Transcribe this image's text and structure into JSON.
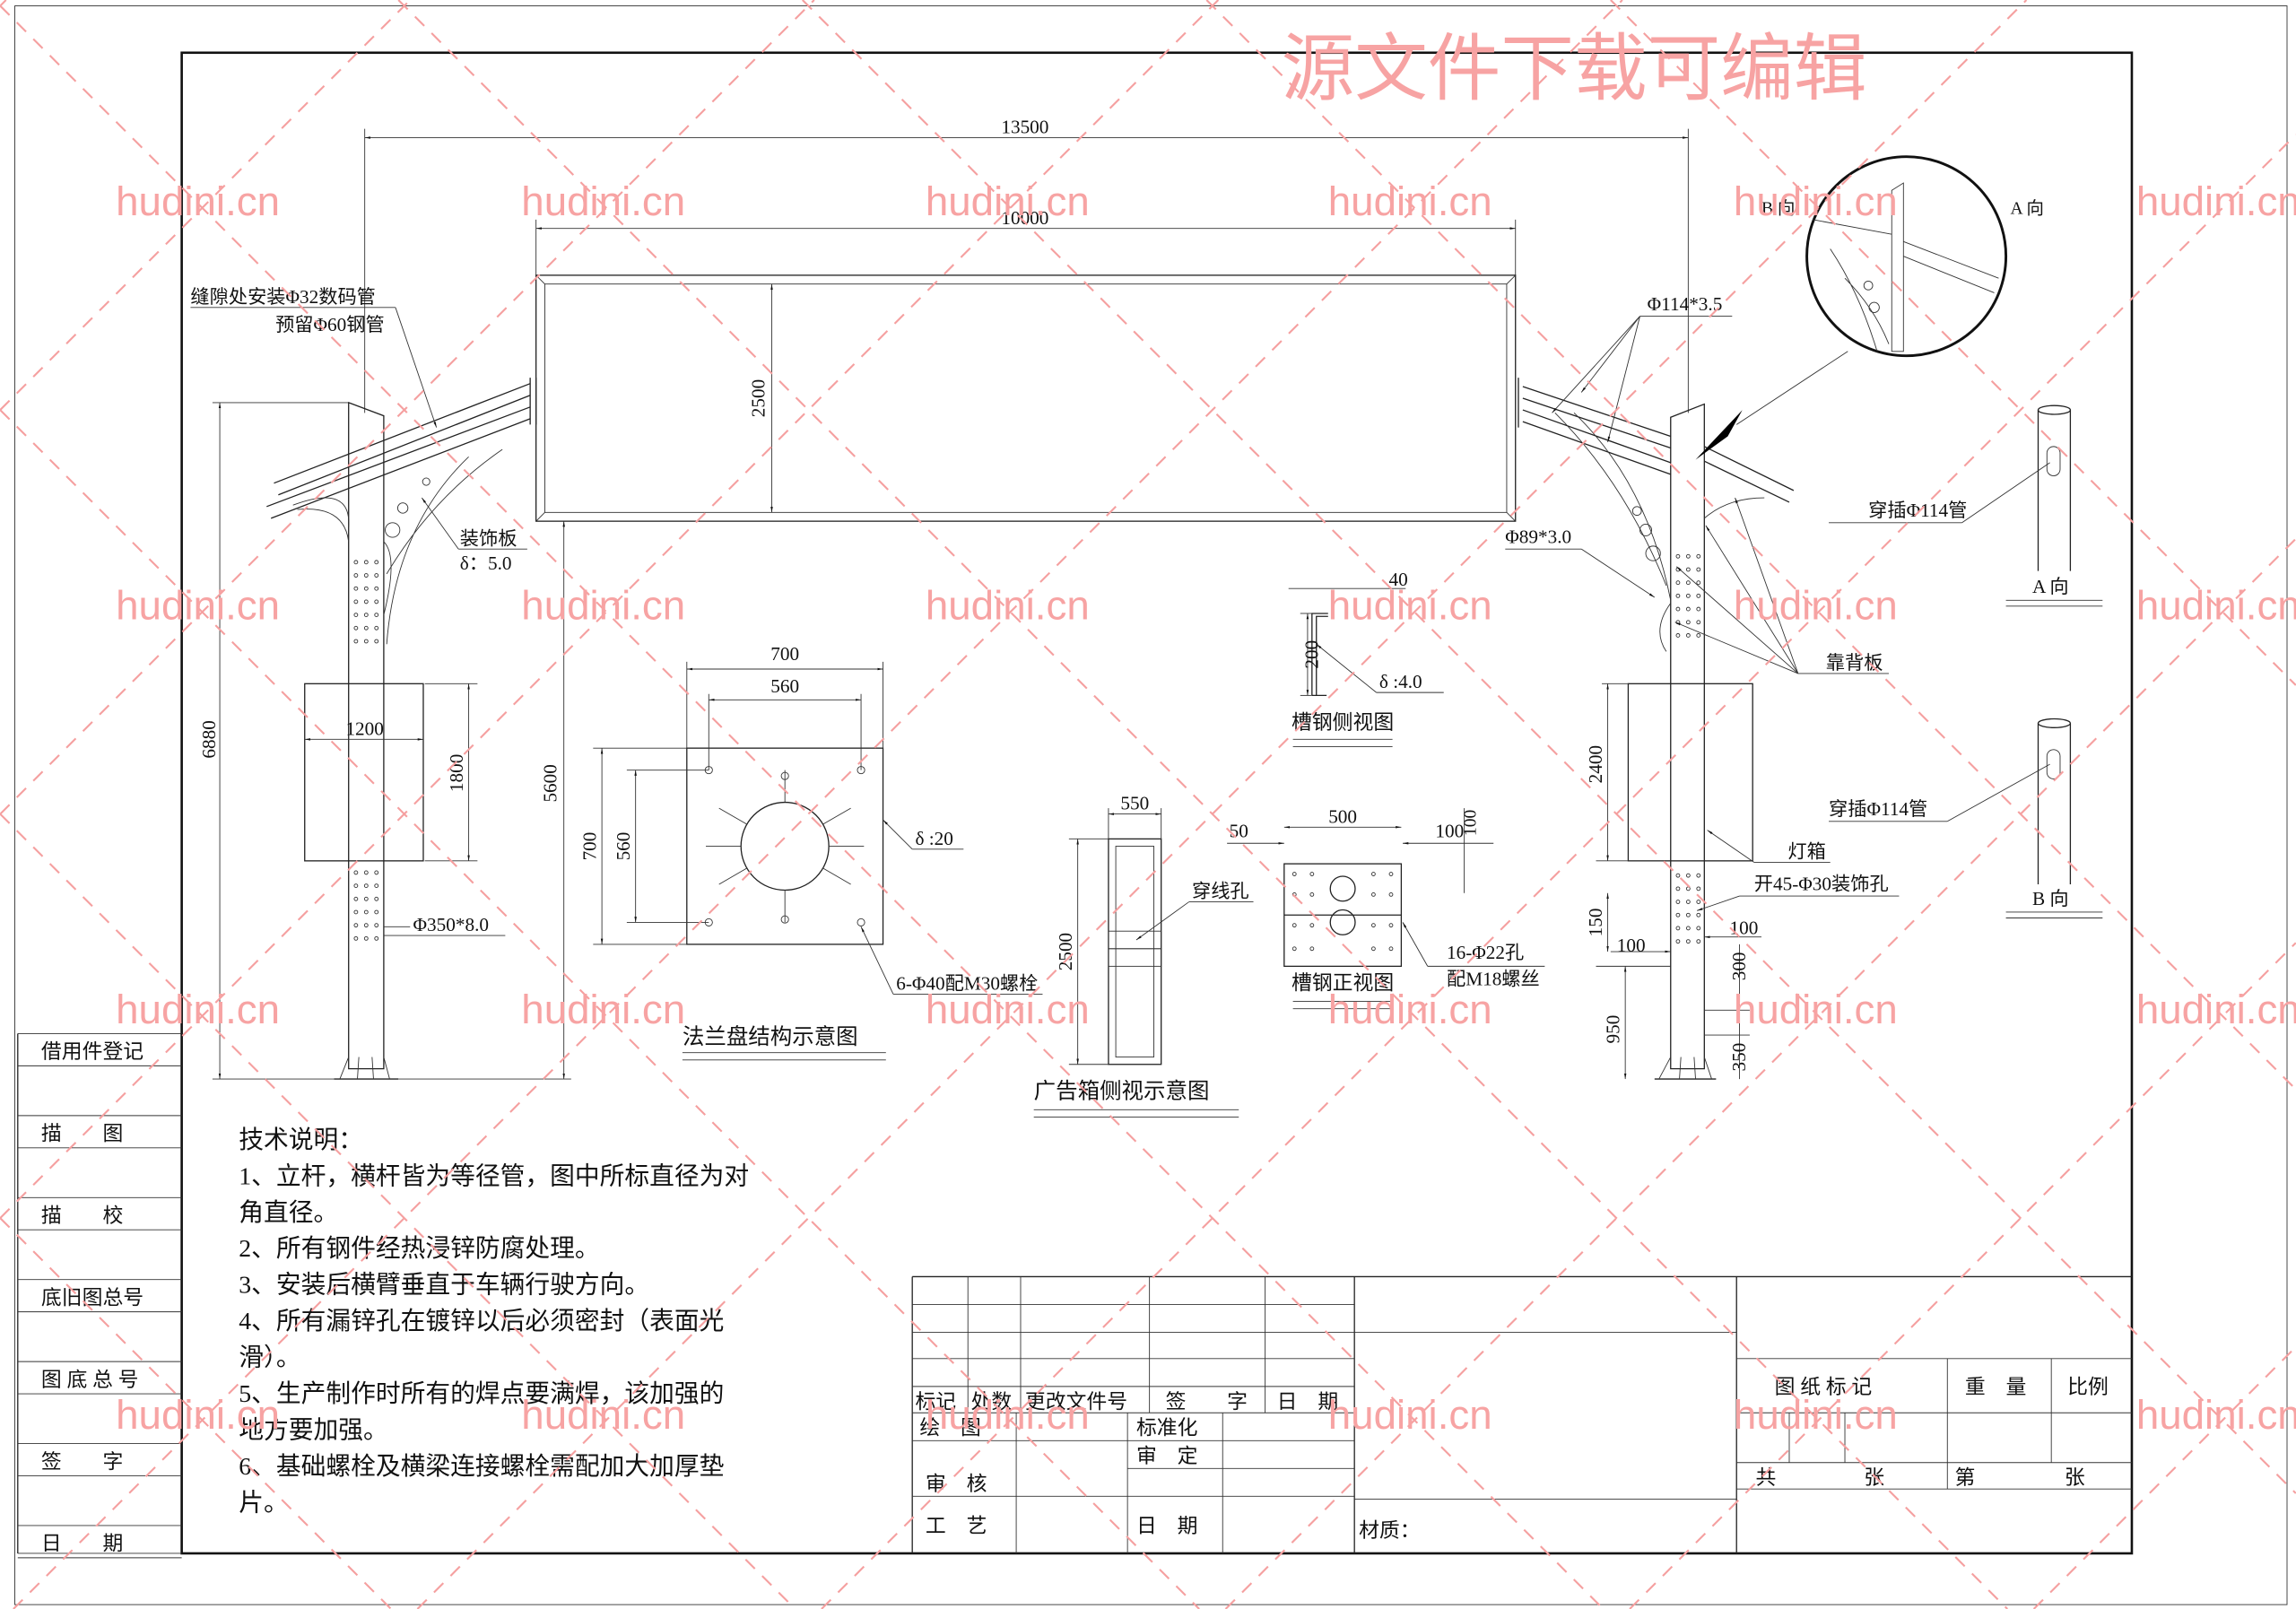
{
  "watermark": {
    "banner": "源文件下载可编辑",
    "site": "hudini.cn"
  },
  "top_dims": {
    "overall_span": "13500",
    "box_length": "10000",
    "box_height": "2500"
  },
  "left_pole": {
    "digital_tube": "缝隙处安装Φ32数码管",
    "reserved_pipe": "预留Φ60钢管",
    "deco_plate": "装饰板",
    "deco_thickness": "δ：5.0",
    "lightbox_width": "1200",
    "lightbox_height": "1800",
    "total_height": "6880",
    "box_bottom_height": "5600",
    "pole_spec": "Φ350*8.0"
  },
  "flange": {
    "outer_w": "700",
    "inner_w": "560",
    "outer_h": "700",
    "inner_h": "560",
    "thickness": "δ :20",
    "bolts": "6-Φ40配M30螺栓",
    "title": "法兰盘结构示意图"
  },
  "ad_side": {
    "width": "550",
    "height": "2500",
    "wire_hole": "穿线孔",
    "title": "广告箱侧视示意图"
  },
  "channel_side": {
    "flange_w": "40",
    "height": "200",
    "thickness": "δ :4.0",
    "title": "槽钢侧视图"
  },
  "channel_front": {
    "edge": "50",
    "width": "500",
    "right": "100",
    "spacing": "100",
    "holes": "16-Φ22孔",
    "screws": "配M18螺丝",
    "title": "槽钢正视图"
  },
  "right_pole": {
    "arm_spec": "Φ114*3.5",
    "brace_spec": "Φ89*3.0",
    "back_plate": "靠背板",
    "lightbox": "灯箱",
    "deco_holes": "开45-Φ30装饰孔",
    "lightbox_height": "2400",
    "d150": "150",
    "d100a": "100",
    "d100b": "100",
    "d300": "300",
    "d950": "950",
    "d350": "350",
    "view_b": "B 向",
    "view_a": "A 向"
  },
  "views": {
    "insert_a": "穿插Φ114管",
    "label_a": "A 向",
    "insert_b": "穿插Φ114管",
    "label_b": "B 向"
  },
  "notes": [
    "技术说明：",
    "1、立杆，横杆皆为等径管，图中所标直径为对",
    "角直径。",
    "2、所有钢件经热浸锌防腐处理。",
    "3、安装后横臂垂直于车辆行驶方向。",
    "4、所有漏锌孔在镀锌以后必须密封（表面光",
    "滑）。",
    "5、生产制作时所有的焊点要满焊，该加强的",
    "地方要加强。",
    "6、基础螺栓及横梁连接螺栓需配加大加厚垫",
    "片。"
  ],
  "sidebar": [
    "借用件登记",
    "描　　图",
    "描　　校",
    "底旧图总号",
    "图 底 总 号",
    "签　　字",
    "日　　期"
  ],
  "title_block": {
    "headers": [
      "标记",
      "处数",
      "更改文件号",
      "签　　字",
      "日　期"
    ],
    "draw": "绘　图",
    "standard": "标准化",
    "approve": "审　定",
    "review": "审　核",
    "craft": "工　艺",
    "date": "日　期",
    "material": "材质：",
    "drawing_mark": "图 纸 标 记",
    "weight": "重　量",
    "scale": "比例",
    "total": "共",
    "sheets1": "张",
    "no": "第",
    "sheets2": "张"
  }
}
